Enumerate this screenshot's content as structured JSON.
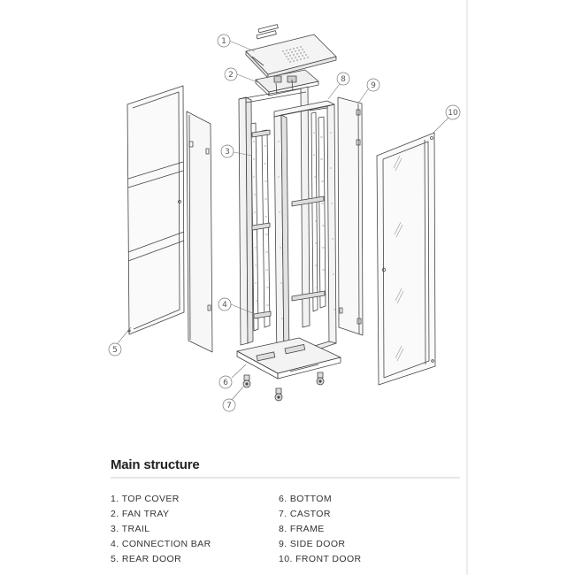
{
  "diagram": {
    "callouts": [
      "1",
      "2",
      "3",
      "4",
      "5",
      "6",
      "7",
      "8",
      "9",
      "10"
    ]
  },
  "legend": {
    "title": "Main structure",
    "parts_left": [
      "1. TOP COVER",
      "2. FAN TRAY",
      "3. TRAIL",
      "4. CONNECTION BAR",
      "5. REAR DOOR"
    ],
    "parts_right": [
      "6. BOTTOM",
      "7. CASTOR",
      "8. FRAME",
      "9. SIDE DOOR",
      "10.  FRONT DOOR"
    ]
  }
}
